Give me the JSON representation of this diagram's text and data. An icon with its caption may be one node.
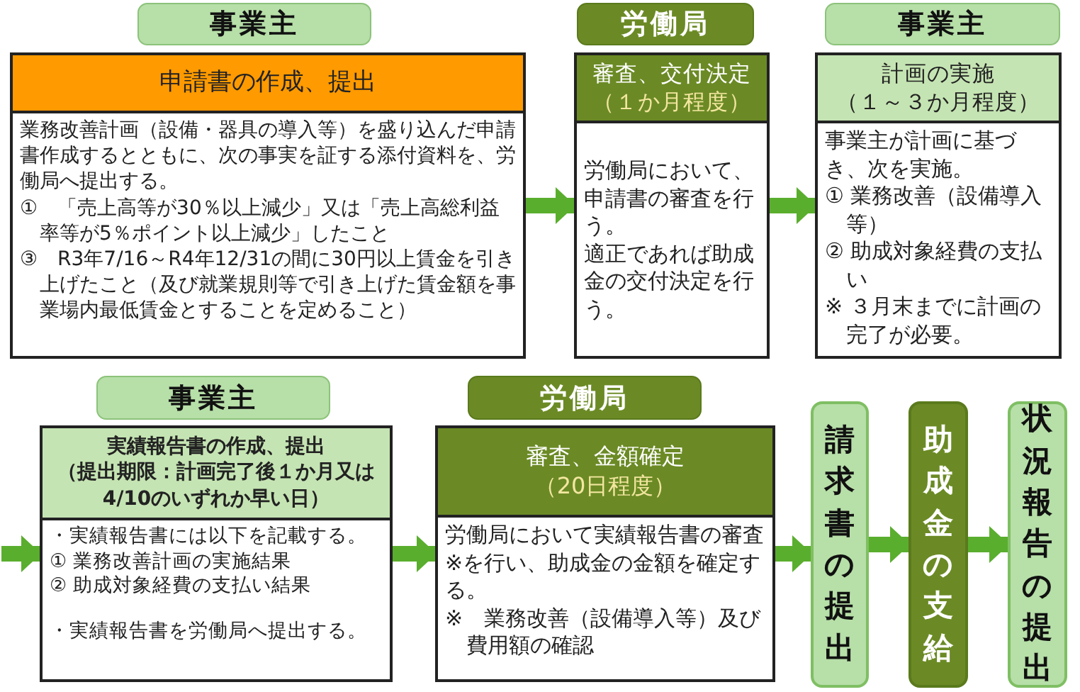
{
  "diagram": {
    "nodes": [
      {
        "text": [
          "事業主"
        ]
      },
      {
        "text": [
          "申請書の作成、提出",
          "業務改善計画（設備・器具の導入等）を盛り込んだ申請書作成するとともに、次の事実を証する添付資料を、労働局へ提出する。",
          "①　「売上高等が30％以上減少」又は「売上高総利益率等が5％ポイント以上減少」したこと",
          "③　R3年7/16～R4年12/31の間に30円以上賃金を引き上げたこと（及び就業規則等で引き上げた賃金額を事業場内最低賃金とすることを定めること）"
        ]
      },
      {
        "text": [
          "労働局"
        ]
      },
      {
        "text": [
          "審査、交付決定",
          "（１か月程度）",
          "労働局において、申請書の審査を行う。",
          "適正であれば助成金の交付決定を行う。"
        ]
      },
      {
        "text": [
          "事業主"
        ]
      },
      {
        "text": [
          "計画の実施",
          "（１～３か月程度）",
          "事業主が計画に基づき、次を実施。",
          "① 業務改善（設備導入等）",
          "② 助成対象経費の支払い",
          "※ ３月末までに計画の完了が必要。"
        ]
      },
      {
        "text": [
          "事業主"
        ]
      },
      {
        "text": [
          "実績報告書の作成、提出",
          "（提出期限：計画完了後１か月又は4/10のいずれか早い日）",
          "・実績報告書には以下を記載する。",
          "① 業務改善計画の実施結果",
          "② 助成対象経費の支払い結果",
          "・実績報告書を労働局へ提出する。"
        ]
      },
      {
        "text": [
          "労働局"
        ]
      },
      {
        "text": [
          "審査、金額確定",
          "（20日程度）",
          "労働局において実績報告書の審査※を行い、助成金の金額を確定する。",
          "※　業務改善（設備導入等）及び費用額の確認"
        ]
      },
      {
        "text": [
          "請求書の提出"
        ]
      },
      {
        "text": [
          "助成金の支給"
        ]
      },
      {
        "text": [
          "状況報告の提出"
        ]
      }
    ],
    "edges": [
      {
        "from": 1,
        "to": 3,
        "arrow": "to"
      },
      {
        "from": 3,
        "to": 5,
        "arrow": "to"
      },
      {
        "from": null,
        "to": 7,
        "arrow": "to"
      },
      {
        "from": 7,
        "to": 9,
        "arrow": "to"
      },
      {
        "from": 9,
        "to": 10,
        "arrow": "to"
      },
      {
        "from": 10,
        "to": 11,
        "arrow": "to"
      },
      {
        "from": 11,
        "to": 12,
        "arrow": "to"
      }
    ]
  }
}
